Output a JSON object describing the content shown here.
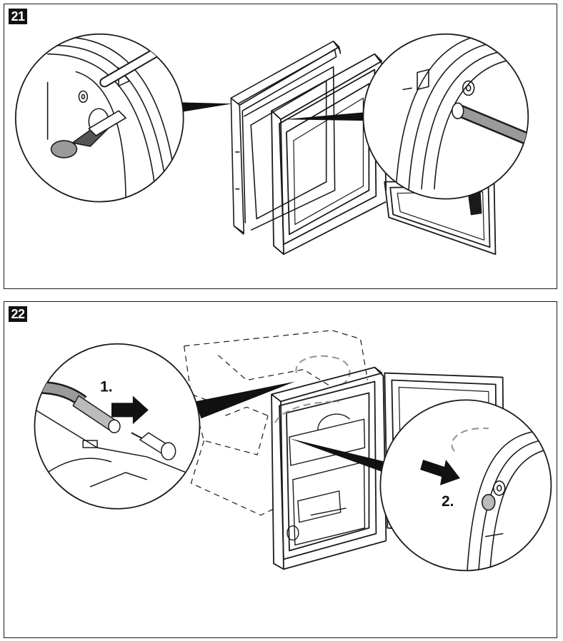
{
  "steps": [
    {
      "number": "21"
    },
    {
      "number": "22"
    }
  ],
  "figure_22": {
    "callout_first": "1.",
    "callout_second": "2."
  },
  "colors": {
    "line": "#1a1a1a",
    "badge_background": "#111111",
    "badge_text": "#ffffff",
    "dashed_outline": "#9a9a9a"
  },
  "icons": [
    "magnifier-circle",
    "pointer-wedge",
    "screwdriver",
    "push-arrow",
    "dashed-removal-path"
  ]
}
